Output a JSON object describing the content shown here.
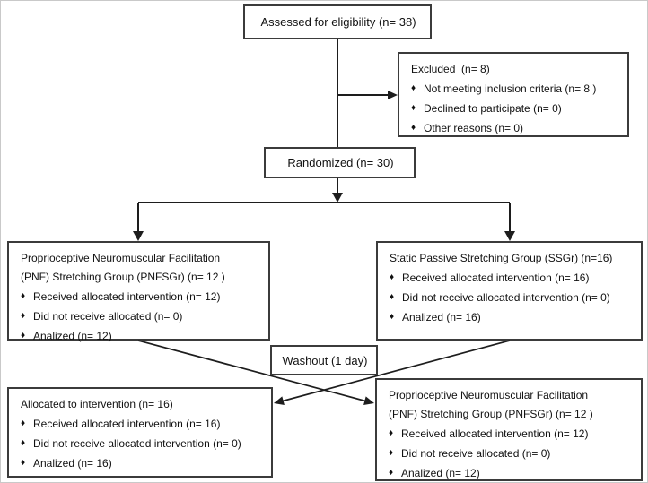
{
  "diagram": {
    "bullet_glyph": "♦",
    "colors": {
      "border": "#3b3b3b",
      "line": "#1d1d1d",
      "background": "#ffffff",
      "text": "#111111"
    },
    "boxes": {
      "assessed": {
        "title": "Assessed for eligibility (n= 38)"
      },
      "excluded": {
        "title": "Excluded  (n= 8)",
        "bullets": [
          "Not meeting inclusion criteria (n= 8 )",
          "Declined to participate (n= 0)",
          "Other reasons (n= 0)"
        ]
      },
      "randomized": {
        "title": "Randomized (n= 30)"
      },
      "pnfsgr": {
        "title": "Proprioceptive Neuromuscular Facilitation\n(PNF) Stretching Group (PNFSGr) (n= 12 )",
        "bullets": [
          "Received allocated intervention (n= 12)",
          "Did not receive allocated (n= 0)",
          "Analized (n= 12)"
        ]
      },
      "ssgr": {
        "title": "Static Passive Stretching Group (SSGr) (n=16)",
        "bullets": [
          "Received allocated intervention (n= 16)",
          "Did not receive allocated intervention (n= 0)",
          "Analized (n= 16)"
        ]
      },
      "washout": {
        "title": "Washout (1 day)"
      },
      "allocated": {
        "title": "Allocated to intervention (n= 16)",
        "bullets": [
          "Received allocated intervention (n= 16)",
          "Did not receive allocated intervention (n= 0)",
          "Analized (n= 16)"
        ]
      },
      "pnfsgr2": {
        "title": "Proprioceptive Neuromuscular Facilitation\n(PNF) Stretching Group (PNFSGr) (n= 12 )",
        "bullets": [
          "Received allocated intervention (n= 12)",
          "Did not receive allocated (n= 0)",
          "Analized (n= 12)"
        ]
      }
    }
  }
}
